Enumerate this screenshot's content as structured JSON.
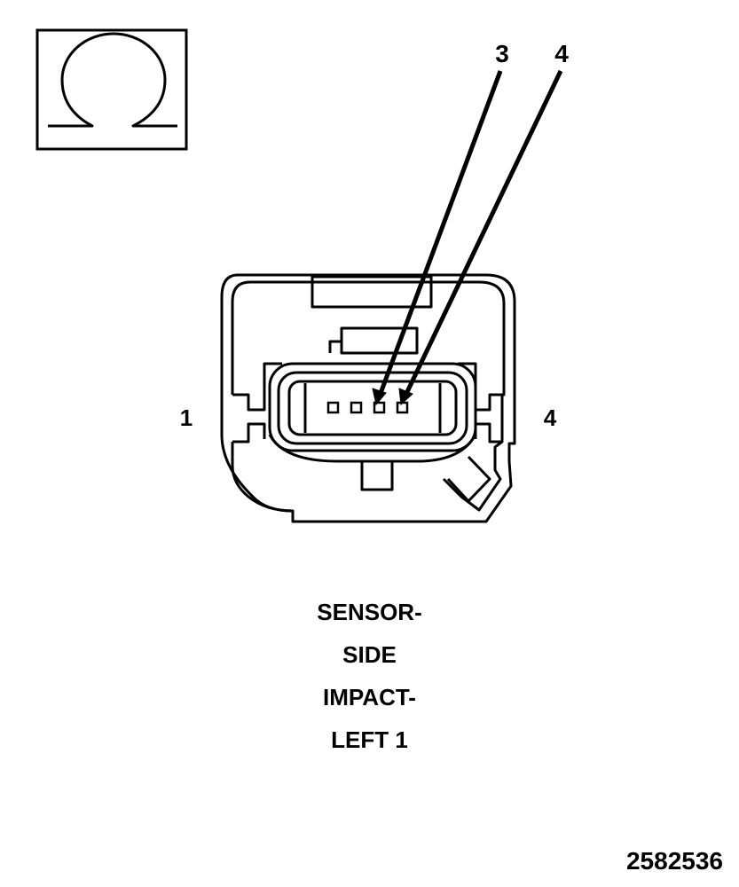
{
  "symbol": {
    "icon": "ohm-omega-icon"
  },
  "callouts": [
    {
      "label": "3"
    },
    {
      "label": "4"
    }
  ],
  "pin_labels": {
    "left": "1",
    "right": "4"
  },
  "caption": {
    "lines": [
      "SENSOR-",
      "SIDE",
      "IMPACT-",
      "LEFT 1"
    ]
  },
  "figure_id": "2582536"
}
